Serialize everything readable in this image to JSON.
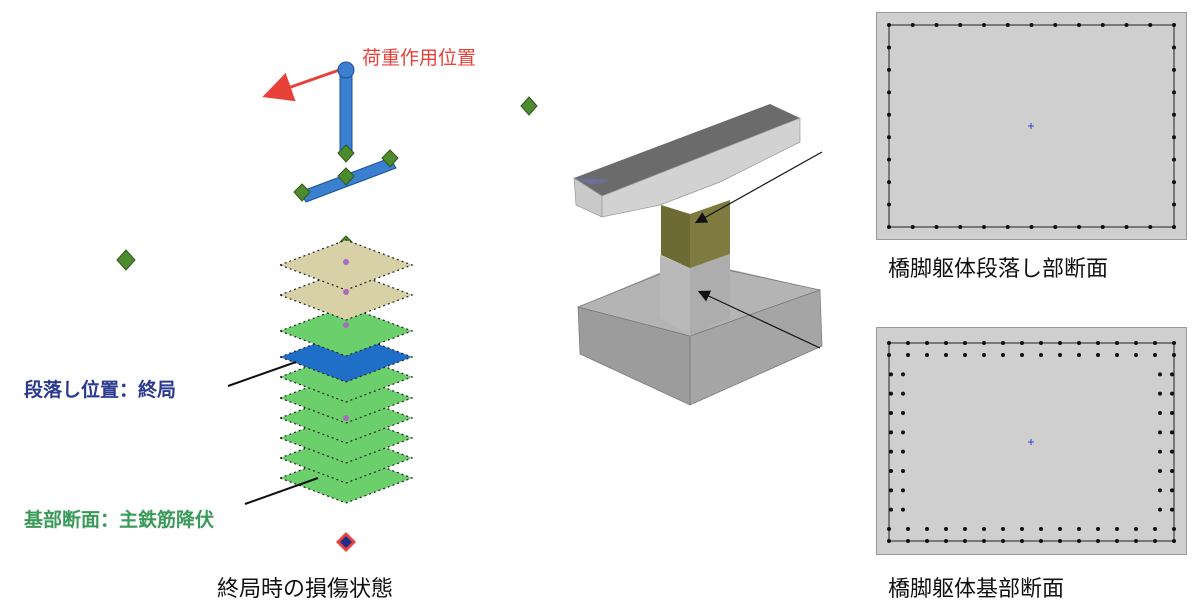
{
  "labels": {
    "load_position": "荷重作用位置",
    "cutoff_position": "段落し位置：終局",
    "base_section": "基部断面：主鉄筋降伏",
    "caption_left": "終局時の損傷状態",
    "caption_cutoff_section": "橋脚躯体段落し部断面",
    "caption_base_section": "橋脚躯体基部断面"
  },
  "colors": {
    "label_red": "#e8413a",
    "label_blue": "#2b3a8e",
    "label_green": "#3a9a5a",
    "layer_beige": "#d8d1a8",
    "layer_green": "#6bd06b",
    "layer_blue": "#1f6fc8",
    "node_green": "#4e8a2e",
    "model_blue": "#3a7fd0",
    "section_bg": "#cfcfcf",
    "cutoff_zone": "#6e6a34"
  }
}
